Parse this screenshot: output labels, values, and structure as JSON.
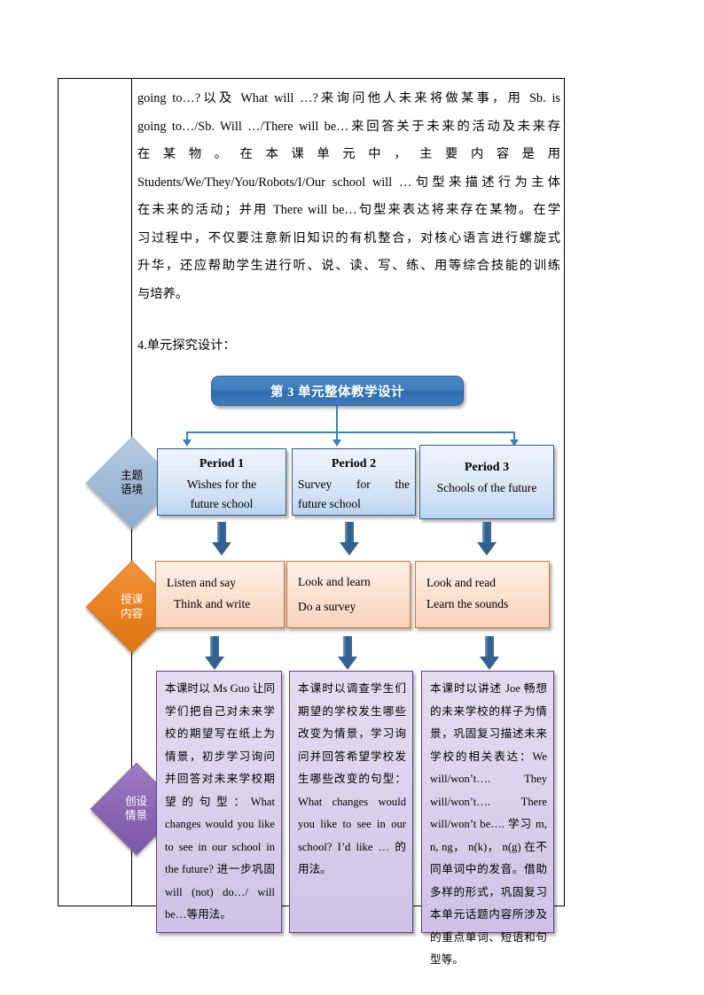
{
  "document": {
    "body_paragraph": "going to…?以及 What will …?来询问他人未来将做某事，用 Sb. is going to…/Sb. Will …/There will be…来回答关于未来的活动及未来存在某物。在本课单元中，主要内容是用 Students/We/They/You/Robots/I/Our   school will …句型来描述行为主体在未来的活动；并用 There will be…句型来表达将来存在某物。在学习过程中，不仅要注意新旧知识的有机整合，对核心语言进行螺旋式升华，还应帮助学生进行听、说、读、写、练、用等综合技能的训练与培养。",
    "body_lines": [
      "going to…?以及 What will …?来询问他人未来将做某事，用 Sb. is",
      "going to…/Sb. Will …/There will be…来回答关于未来的活动及未来存",
      "在某物。在本课单元中，主要内容是用",
      "Students/We/They/You/Robots/I/Our   school will …句型来描述行为主体",
      "在未来的活动；并用 There will be…句型来表达将来存在某物。在学",
      "习过程中，不仅要注意新旧知识的有机整合，对核心语言进行螺旋式",
      "升华，还应帮助学生进行听、说、读、写、练、用等综合技能的训练",
      "与培养。"
    ],
    "section_heading": "4.单元探究设计："
  },
  "diagram": {
    "title": "第 3 单元整体教学设计",
    "row_labels": [
      {
        "text_line1": "主题",
        "text_line2": "语境",
        "color": "#9fb9d6",
        "name": "theme-context"
      },
      {
        "text_line1": "授课",
        "text_line2": "内容",
        "color": "#e8801f",
        "name": "lesson-content"
      },
      {
        "text_line1": "创设",
        "text_line2": "情景",
        "color": "#8a64b3",
        "name": "create-scenario"
      }
    ],
    "periods": [
      {
        "title": "Period 1",
        "subtitle_line1": "Wishes  for the",
        "subtitle_line2": "future  school"
      },
      {
        "title": "Period 2",
        "subtitle_line1": "Survey      for      the",
        "subtitle_line2": "future  school"
      },
      {
        "title": "Period 3",
        "subtitle_line1": "Schools of the future",
        "subtitle_line2": ""
      }
    ],
    "contents": [
      {
        "line1": "Listen and say",
        "line2": "Think and write"
      },
      {
        "line1": "Look and learn",
        "line2": "Do a survey"
      },
      {
        "line1": "Look and read",
        "line2": "Learn the sounds"
      }
    ],
    "scenarios": [
      {
        "text": "本课时以 Ms Guo 让同学们把自己对未来学校的期望写在纸上为情景，初步学习询问并回答对未来学校期望的句型：What changes would you like to see in our school in the future?  进一步巩固 will (not) do…/ will be…等用法。"
      },
      {
        "text": "本课时以调查学生们期望的学校发生哪些改变为情景，学习询问并回答希望学校发生哪些改变的句型：What changes would you like to see in our school? I’d like … 的用法。"
      },
      {
        "text": "本课时以讲述 Joe 畅想的未来学校的样子为情景，巩固复习描述未来学校的相关表达：We will/won’t….        They will/won’t….        There will/won’t be….  学习 m, n, ng， n(k)， n(g) 在不同单词中的发音。借助多样的形式，巩固复习本单元话题内容所涉及的重点单词、短语和句型等。"
      }
    ]
  }
}
